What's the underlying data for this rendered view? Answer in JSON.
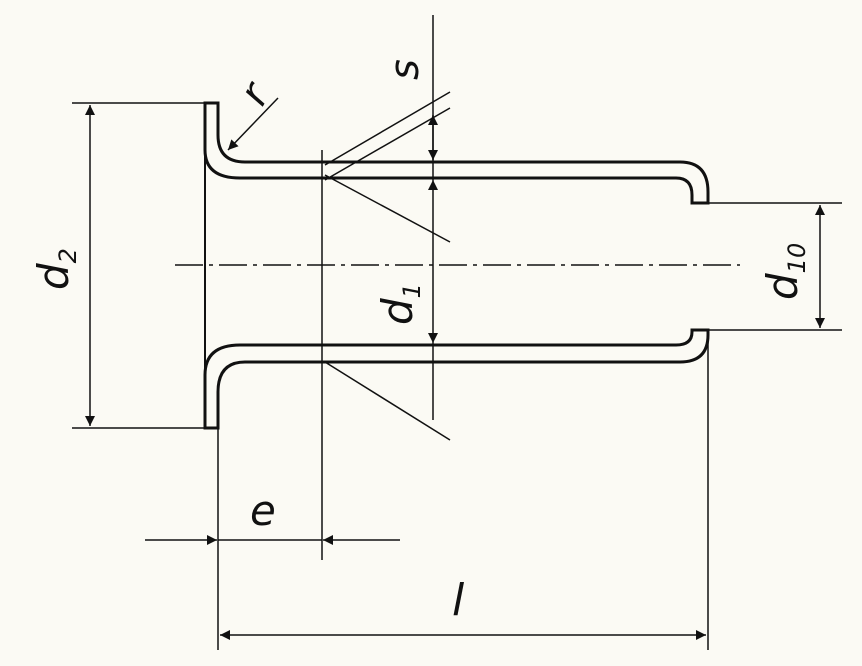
{
  "title": "Hollow rivet / tubular eyelet dimension drawing",
  "labels": {
    "s": "s",
    "r": "r",
    "d2": {
      "main": "d",
      "sub": "2"
    },
    "d1": {
      "main": "d",
      "sub": "1"
    },
    "d10": {
      "main": "d",
      "sub": "10"
    },
    "e": "e",
    "l": "l"
  },
  "colors": {
    "ink": "#111111",
    "paper": "#fbfaf4"
  }
}
